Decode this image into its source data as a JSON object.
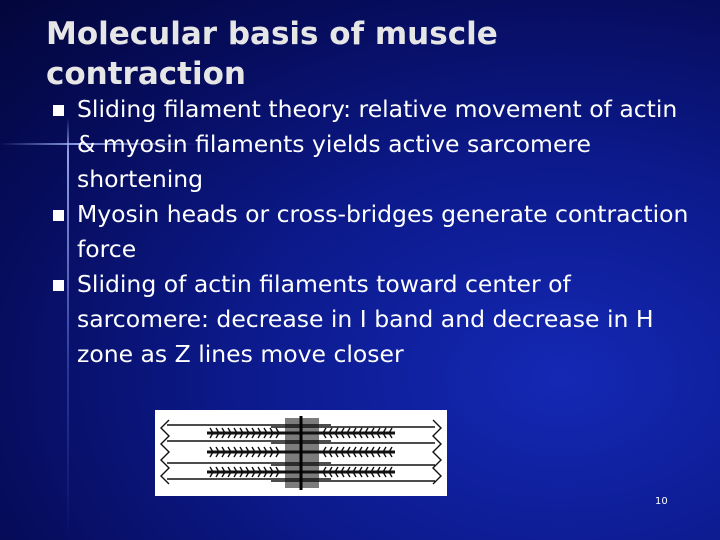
{
  "slide": {
    "title": "Molecular basis of muscle contraction",
    "bullets": [
      "Sliding filament theory: relative movement of actin & myosin filaments yields active sarcomere shortening",
      "Myosin heads or cross-bridges generate contraction force",
      "Sliding of actin filaments toward center of sarcomere: decrease in I band and decrease in H zone as Z lines move closer"
    ],
    "page_number": "10"
  },
  "colors": {
    "background": "#0c1a8c",
    "text": "#ffffff",
    "title": "#e6e6e6",
    "arrow": "#e02020"
  },
  "icons": [
    "square-bullet-icon",
    "right-arrow-icon",
    "left-arrow-icon"
  ]
}
